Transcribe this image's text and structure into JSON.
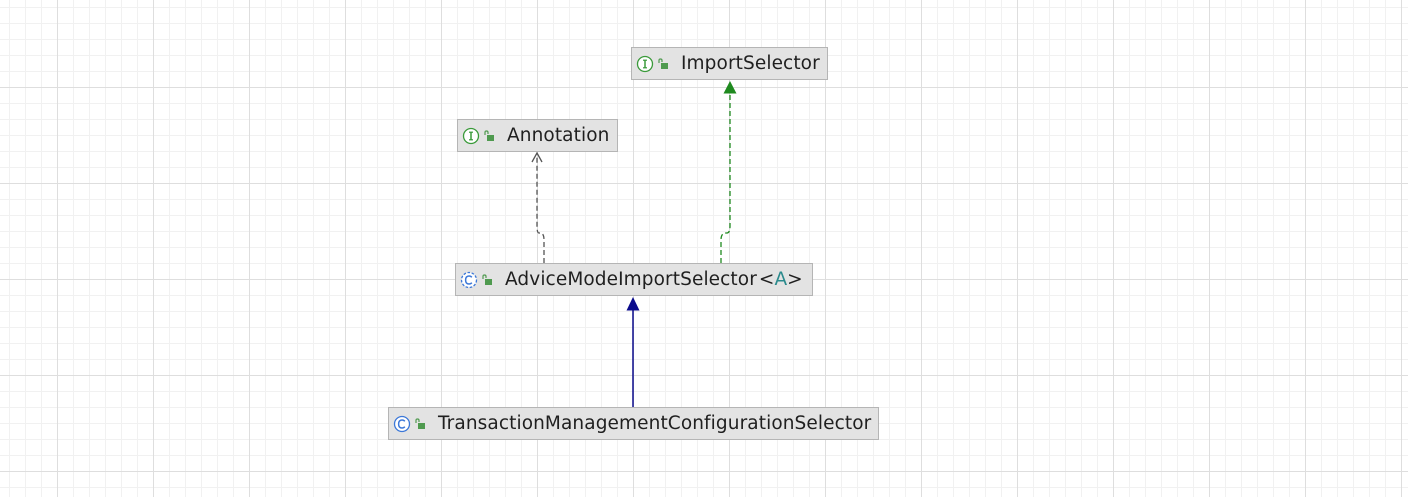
{
  "diagram": {
    "nodes": [
      {
        "id": "import-selector",
        "kind": "interface",
        "name": "ImportSelector",
        "type_params": ""
      },
      {
        "id": "annotation",
        "kind": "interface",
        "name": "Annotation",
        "type_params": ""
      },
      {
        "id": "advice-mode-import-selector",
        "kind": "abstract-class",
        "name": "AdviceModeImportSelector",
        "type_params": "A"
      },
      {
        "id": "transaction-management-configuration-selector",
        "kind": "class",
        "name": "TransactionManagementConfigurationSelector",
        "type_params": ""
      }
    ],
    "edges": [
      {
        "from": "advice-mode-import-selector",
        "to": "import-selector",
        "relation": "implements",
        "style": "dashed",
        "color": "#1f8a1f"
      },
      {
        "from": "advice-mode-import-selector",
        "to": "annotation",
        "relation": "dependency",
        "style": "dashed",
        "color": "#555555"
      },
      {
        "from": "transaction-management-configuration-selector",
        "to": "advice-mode-import-selector",
        "relation": "extends",
        "style": "solid",
        "color": "#0b0b8c"
      }
    ]
  },
  "colors": {
    "interface_icon": "#3a9a3a",
    "class_icon": "#3c78d8",
    "lock_icon": "#4f9a4f",
    "type_param": "#2a8a8c"
  },
  "icons": {
    "interface": "interface-icon",
    "abstract-class": "abstract-class-icon",
    "class": "class-icon",
    "visibility": "lock-icon"
  }
}
